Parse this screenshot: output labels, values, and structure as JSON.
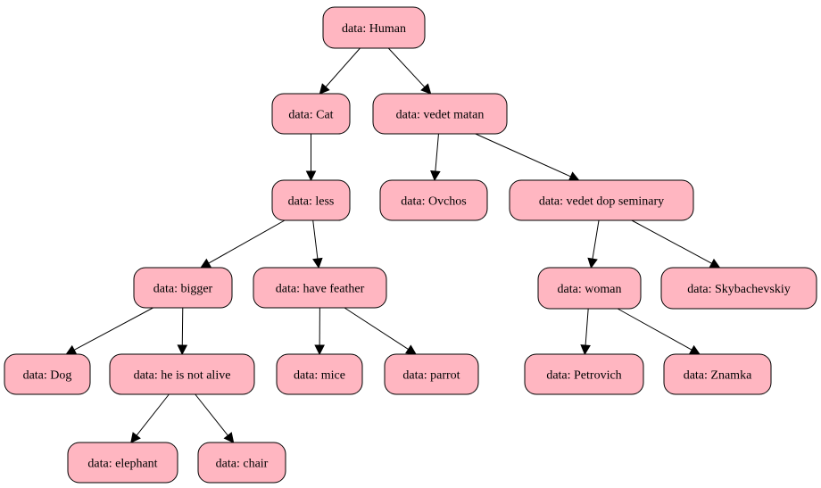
{
  "diagram": {
    "colors": {
      "node_fill": "#ffb6c1",
      "node_stroke": "#000000",
      "edge": "#000000",
      "background": "#ffffff"
    },
    "nodes": [
      {
        "id": "human",
        "label": "data: Human"
      },
      {
        "id": "cat",
        "label": "data: Cat"
      },
      {
        "id": "vedet-matan",
        "label": "data: vedet matan"
      },
      {
        "id": "less",
        "label": "data: less"
      },
      {
        "id": "ovchos",
        "label": "data: Ovchos"
      },
      {
        "id": "vedet-dop-seminary",
        "label": "data: vedet dop seminary"
      },
      {
        "id": "bigger",
        "label": "data: bigger"
      },
      {
        "id": "have-feather",
        "label": "data: have feather"
      },
      {
        "id": "woman",
        "label": "data: woman"
      },
      {
        "id": "skybachevskiy",
        "label": "data: Skybachevskiy"
      },
      {
        "id": "dog",
        "label": "data: Dog"
      },
      {
        "id": "he-is-not-alive",
        "label": "data: he is not alive"
      },
      {
        "id": "mice",
        "label": "data: mice"
      },
      {
        "id": "parrot",
        "label": "data: parrot"
      },
      {
        "id": "petrovich",
        "label": "data: Petrovich"
      },
      {
        "id": "znamka",
        "label": "data: Znamka"
      },
      {
        "id": "elephant",
        "label": "data: elephant"
      },
      {
        "id": "chair",
        "label": "data: chair"
      }
    ],
    "edges": [
      {
        "from": "human",
        "to": "cat"
      },
      {
        "from": "human",
        "to": "vedet-matan"
      },
      {
        "from": "cat",
        "to": "less"
      },
      {
        "from": "vedet-matan",
        "to": "ovchos"
      },
      {
        "from": "vedet-matan",
        "to": "vedet-dop-seminary"
      },
      {
        "from": "less",
        "to": "bigger"
      },
      {
        "from": "less",
        "to": "have-feather"
      },
      {
        "from": "vedet-dop-seminary",
        "to": "woman"
      },
      {
        "from": "vedet-dop-seminary",
        "to": "skybachevskiy"
      },
      {
        "from": "bigger",
        "to": "dog"
      },
      {
        "from": "bigger",
        "to": "he-is-not-alive"
      },
      {
        "from": "have-feather",
        "to": "mice"
      },
      {
        "from": "have-feather",
        "to": "parrot"
      },
      {
        "from": "woman",
        "to": "petrovich"
      },
      {
        "from": "woman",
        "to": "znamka"
      },
      {
        "from": "he-is-not-alive",
        "to": "elephant"
      },
      {
        "from": "he-is-not-alive",
        "to": "chair"
      }
    ]
  }
}
